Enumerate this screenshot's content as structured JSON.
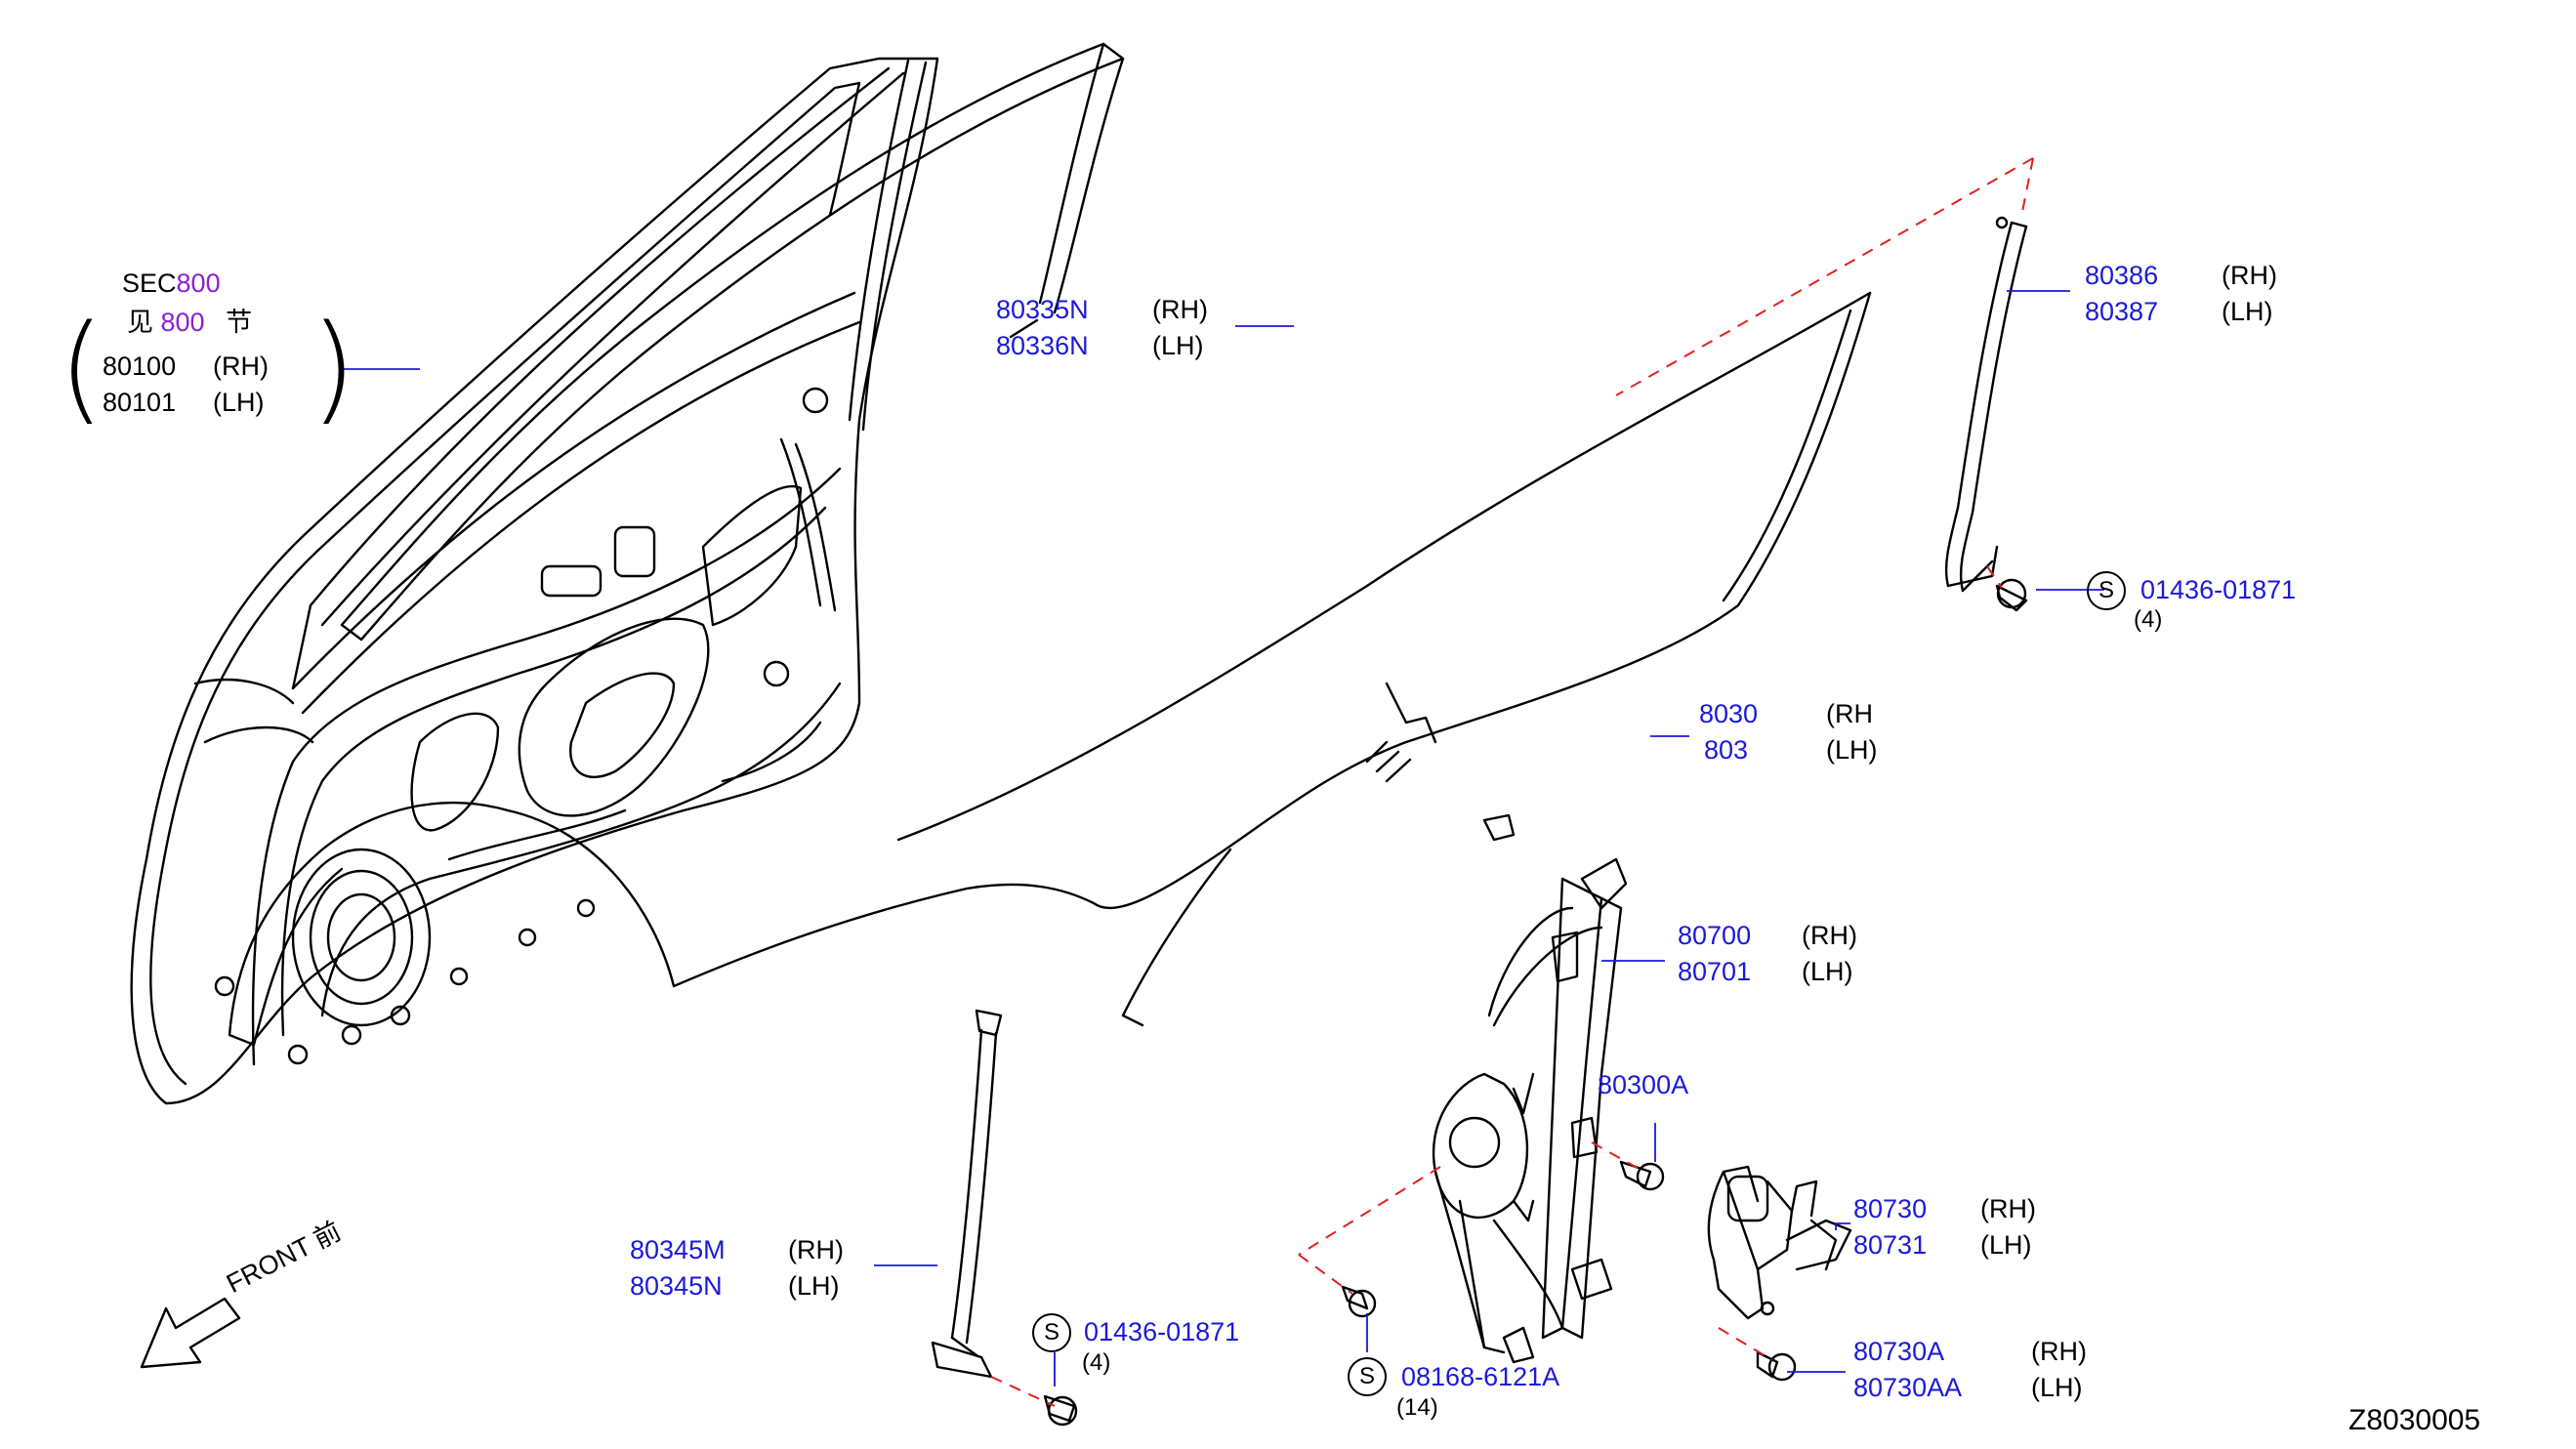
{
  "colors": {
    "part_number": "#1a1adb",
    "section_ref": "#8a1fd6",
    "leader_line": "#1a1adb",
    "dashed_guide": "#e02020",
    "outline": "#000000"
  },
  "sec_ref": {
    "prefix": "SEC",
    "number": "800",
    "cn_prefix": "见",
    "cn_number": "800",
    "cn_suffix": "节"
  },
  "door_panel": {
    "rh": "80100",
    "rh_side": "(RH)",
    "lh": "80101",
    "lh_side": "(LH)"
  },
  "glass_run": {
    "rh": "80335N",
    "rh_side": "(RH)",
    "lh": "80336N",
    "lh_side": "(LH)"
  },
  "rear_sash": {
    "rh": "80386",
    "rh_side": "(RH)",
    "lh": "80387",
    "lh_side": "(LH)"
  },
  "bolt_top": {
    "symbol": "S",
    "number": "01436-01871",
    "qty": "(4)"
  },
  "door_glass": {
    "rh": "8030",
    "rh_side": "(RH",
    "lh": "803",
    "lh_side": "(LH)"
  },
  "regulator": {
    "rh": "80700",
    "rh_side": "(RH)",
    "lh": "80701",
    "lh_side": "(LH)"
  },
  "regulator_bolt": {
    "number": "80300A"
  },
  "motor": {
    "rh": "80730",
    "rh_side": "(RH)",
    "lh": "80731",
    "lh_side": "(LH)"
  },
  "motor_screw": {
    "rh": "80730A",
    "rh_side": "(RH)",
    "lh": "80730AA",
    "lh_side": "(LH)"
  },
  "front_sash": {
    "rh": "80345M",
    "rh_side": "(RH)",
    "lh": "80345N",
    "lh_side": "(LH)"
  },
  "bolt_bottom": {
    "symbol": "S",
    "number": "01436-01871",
    "qty": "(4)"
  },
  "bolt_regulator": {
    "symbol": "S",
    "number": "08168-6121A",
    "qty": "(14)"
  },
  "direction": {
    "label": "FRONT",
    "cn": "前"
  },
  "figure_id": "Z8030005"
}
